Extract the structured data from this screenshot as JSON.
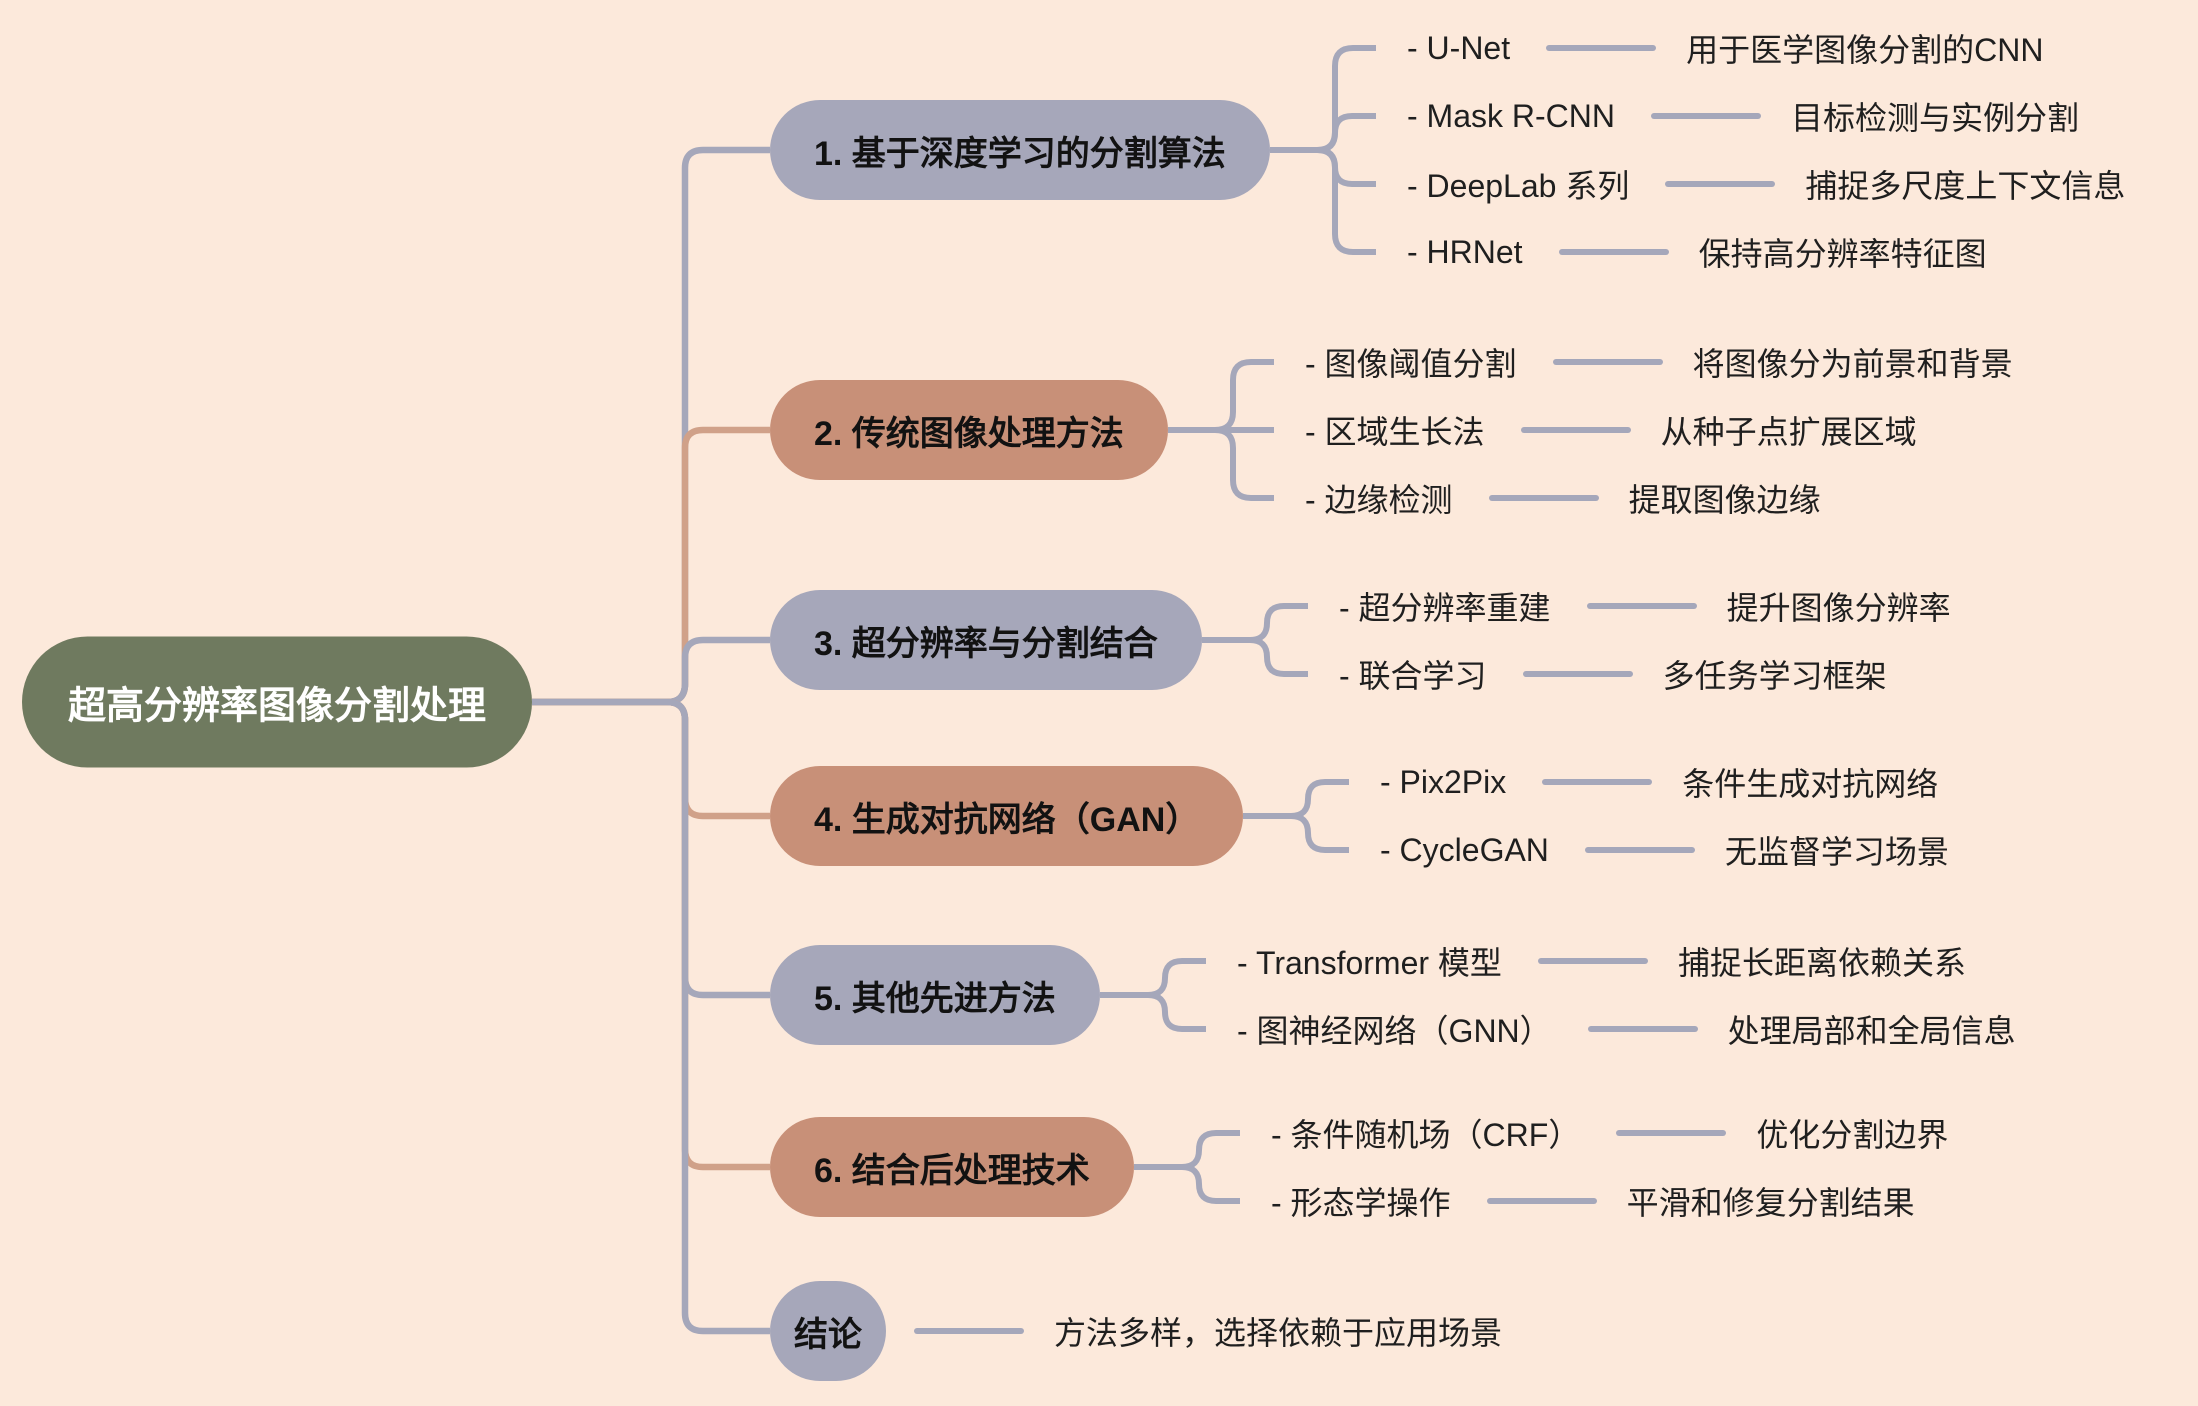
{
  "palette": {
    "background": "#FCE9DB",
    "root_fill": "#6F7A5F",
    "root_text": "#FFFFFF",
    "gray_fill": "#A6A7BA",
    "salmon_fill": "#C89078",
    "gray_line": "#A5A7BA",
    "salmon_line": "#D0A189",
    "node_text": "#121212",
    "leaf_text": "#1F1F1F"
  },
  "root": {
    "label": "超高分辨率图像分割处理"
  },
  "branches": [
    {
      "label": "1. 基于深度学习的分割算法",
      "color": "gray",
      "children": [
        {
          "label": "- U-Net",
          "desc": "用于医学图像分割的CNN"
        },
        {
          "label": "- Mask R-CNN",
          "desc": "目标检测与实例分割"
        },
        {
          "label": "- DeepLab 系列",
          "desc": "捕捉多尺度上下文信息"
        },
        {
          "label": "- HRNet",
          "desc": "保持高分辨率特征图"
        }
      ]
    },
    {
      "label": "2. 传统图像处理方法",
      "color": "salmon",
      "children": [
        {
          "label": "- 图像阈值分割",
          "desc": "将图像分为前景和背景"
        },
        {
          "label": "- 区域生长法",
          "desc": "从种子点扩展区域"
        },
        {
          "label": "- 边缘检测",
          "desc": "提取图像边缘"
        }
      ]
    },
    {
      "label": "3. 超分辨率与分割结合",
      "color": "gray",
      "children": [
        {
          "label": "- 超分辨率重建",
          "desc": "提升图像分辨率"
        },
        {
          "label": "- 联合学习",
          "desc": "多任务学习框架"
        }
      ]
    },
    {
      "label": "4. 生成对抗网络（GAN）",
      "color": "salmon",
      "children": [
        {
          "label": "- Pix2Pix",
          "desc": "条件生成对抗网络"
        },
        {
          "label": "- CycleGAN",
          "desc": "无监督学习场景"
        }
      ]
    },
    {
      "label": "5. 其他先进方法",
      "color": "gray",
      "children": [
        {
          "label": "- Transformer 模型",
          "desc": "捕捉长距离依赖关系"
        },
        {
          "label": "- 图神经网络（GNN）",
          "desc": "处理局部和全局信息"
        }
      ]
    },
    {
      "label": "6. 结合后处理技术",
      "color": "salmon",
      "children": [
        {
          "label": "- 条件随机场（CRF）",
          "desc": "优化分割边界"
        },
        {
          "label": "- 形态学操作",
          "desc": "平滑和修复分割结果"
        }
      ]
    },
    {
      "label": "结论",
      "color": "gray",
      "children": [
        {
          "label": "",
          "desc": "方法多样，选择依赖于应用场景"
        }
      ]
    }
  ]
}
